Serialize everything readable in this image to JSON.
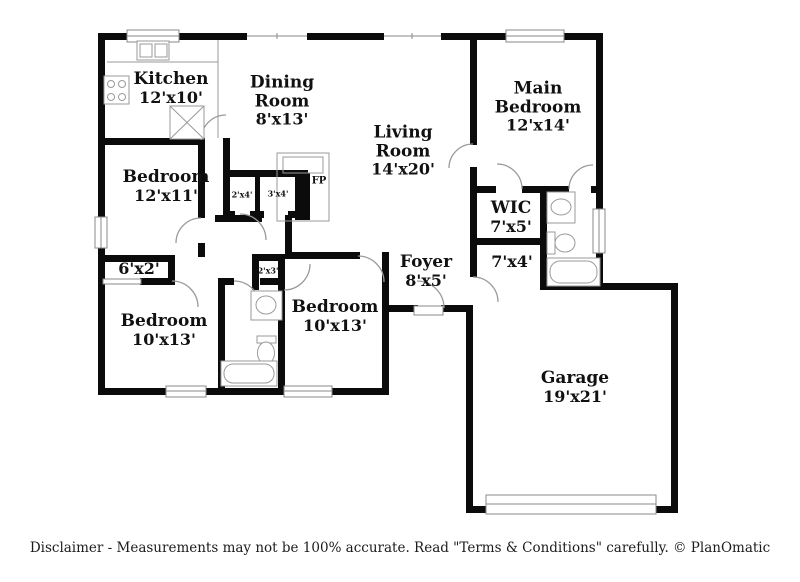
{
  "palette": {
    "wall": "#0b0b0b",
    "thin_line": "#9a9a9a",
    "text": "#111111",
    "background": "#ffffff"
  },
  "rooms": {
    "kitchen": {
      "name": "Kitchen",
      "dims": "12'x10'"
    },
    "dining": {
      "name": "Dining\nRoom",
      "dims": "8'x13'"
    },
    "living": {
      "name": "Living\nRoom",
      "dims": "14'x20'"
    },
    "main_bedroom": {
      "name": "Main\nBedroom",
      "dims": "12'x14'"
    },
    "bedroom_west": {
      "name": "Bedroom",
      "dims": "12'x11'"
    },
    "wic": {
      "name": "WIC",
      "dims": "7'x5'"
    },
    "hall": {
      "dims": "7'x4'"
    },
    "foyer": {
      "name": "Foyer",
      "dims": "8'x5'"
    },
    "bedroom_sw": {
      "name": "Bedroom",
      "dims": "10'x13'"
    },
    "bedroom_s": {
      "name": "Bedroom",
      "dims": "10'x13'"
    },
    "garage": {
      "name": "Garage",
      "dims": "19'x21'"
    },
    "closet_6x2": {
      "dims": "6'x2'"
    },
    "closet_2x4": {
      "dims": "2'x4'"
    },
    "closet_3x4": {
      "dims": "3'x4'"
    },
    "closet_2x3": {
      "dims": "2'x3'"
    },
    "fireplace": {
      "label": "FP"
    }
  },
  "footer": {
    "disclaimer": "Disclaimer - Measurements may not be 100% accurate. Read \"Terms & Conditions\" carefully. © PlanOmatic"
  }
}
